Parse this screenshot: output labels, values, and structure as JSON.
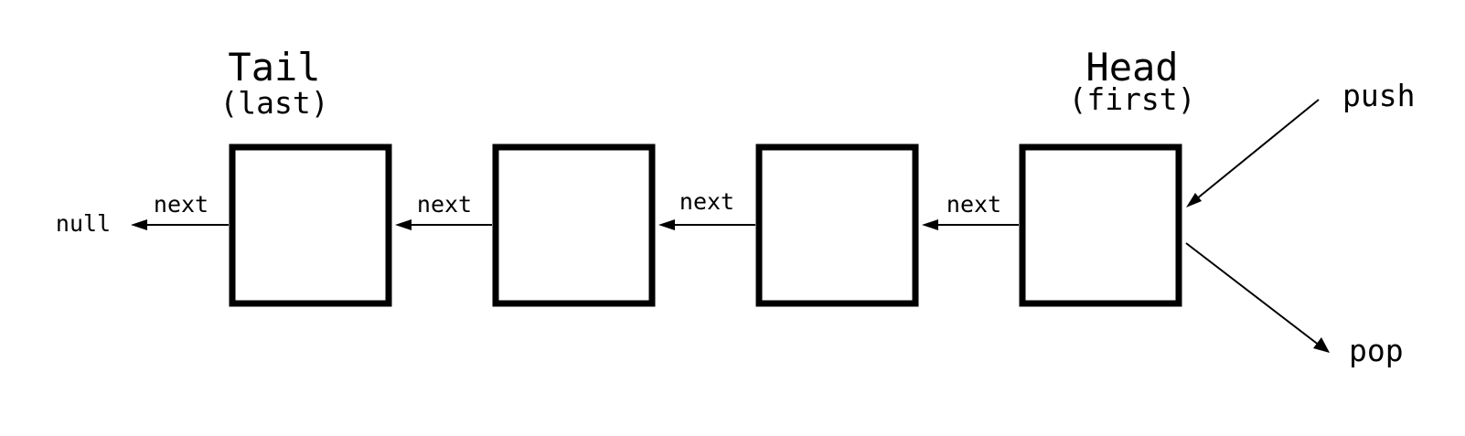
{
  "diagram": {
    "head": {
      "title": "Head",
      "subtitle": "(first)"
    },
    "tail": {
      "title": "Tail",
      "subtitle": "(last)"
    },
    "link_label": "next",
    "terminal_label": "null",
    "operations": {
      "push": "push",
      "pop": "pop"
    },
    "node_count": 4
  }
}
